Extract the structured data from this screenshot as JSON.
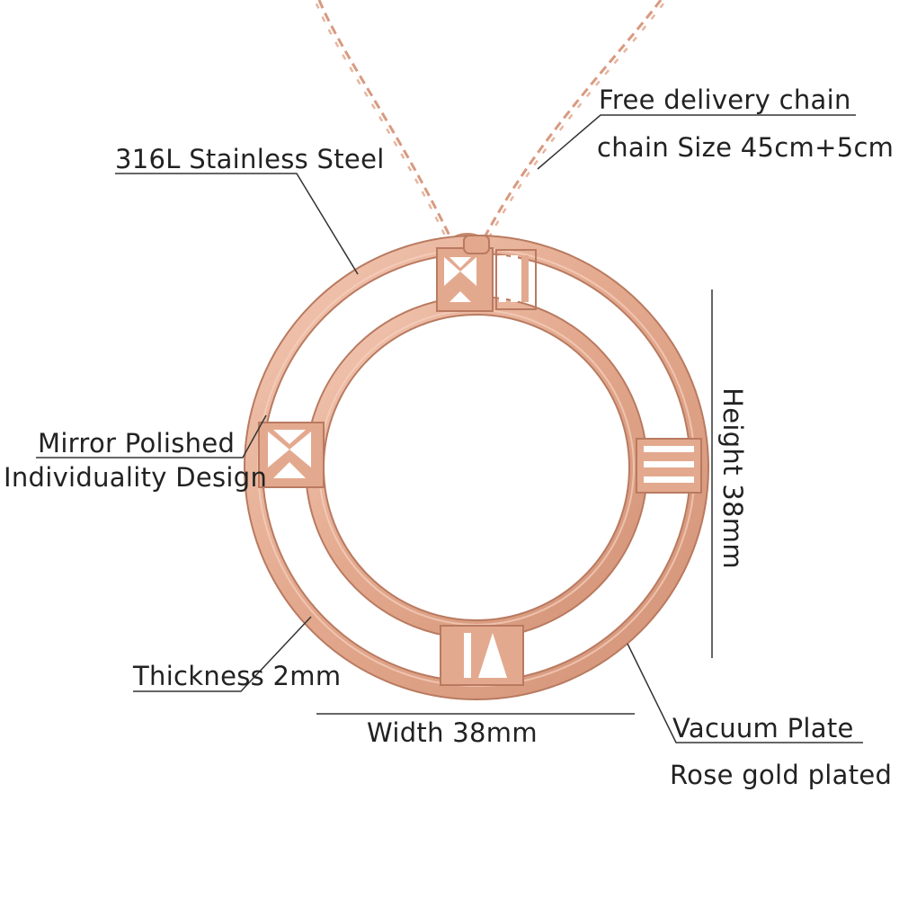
{
  "labels": {
    "material": "316L Stainless Steel",
    "delivery": "Free delivery chain",
    "chain_size": "chain Size 45cm+5cm",
    "finish": "Mirror Polished",
    "design": "Individuality Design",
    "thickness": "Thickness 2mm",
    "width": "Width 38mm",
    "height": "Height 38mm",
    "plating": "Vacuum Plate",
    "color": "Rose gold plated"
  },
  "colors": {
    "metal": "#e3a98e",
    "metal_edge": "#b97a60",
    "metal_highlight": "#f6d2c0",
    "chain": "#d89a80",
    "line": "#333333",
    "text": "#222222"
  }
}
